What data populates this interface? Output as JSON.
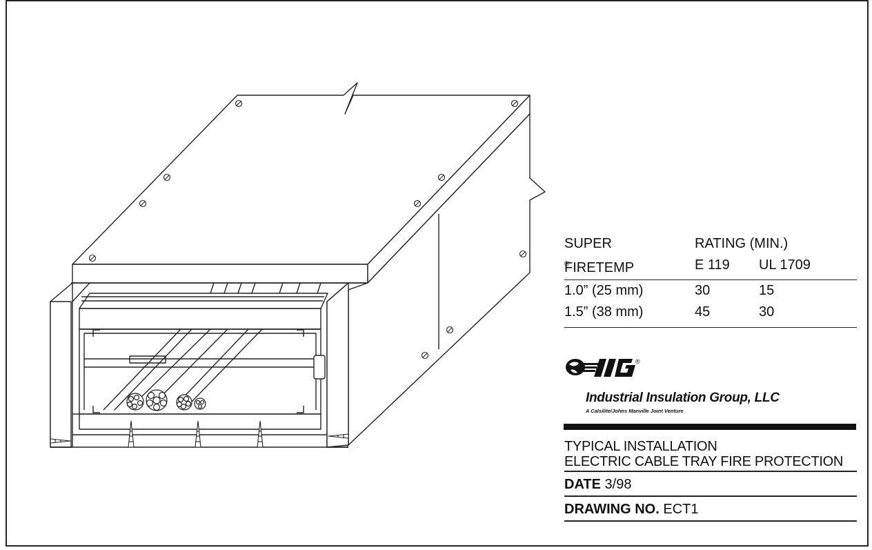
{
  "rating_table": {
    "header_row_1": {
      "col1": "SUPER",
      "col2": "RATING (MIN.)"
    },
    "header_row_2": {
      "col1": "FIRETEMP",
      "col1_mark": "®",
      "col2": "E 119",
      "col3": "UL 1709"
    },
    "rows": [
      {
        "thickness": "1.0” (25 mm)",
        "e119": "30",
        "ul1709": "15"
      },
      {
        "thickness": "1.5” (38 mm)",
        "e119": "45",
        "ul1709": "30"
      }
    ]
  },
  "logo": {
    "company": "Industrial Insulation Group, LLC",
    "tagline": "A Calsilite/Johns Manville Joint Venture",
    "registered_mark": "®"
  },
  "title_block": {
    "title_line_1": "TYPICAL INSTALLATION",
    "title_line_2": "ELECTRIC CABLE TRAY FIRE PROTECTION",
    "date_label": "DATE",
    "date_value": "3/98",
    "drawing_label": "DRAWING NO.",
    "drawing_value": "ECT1"
  }
}
